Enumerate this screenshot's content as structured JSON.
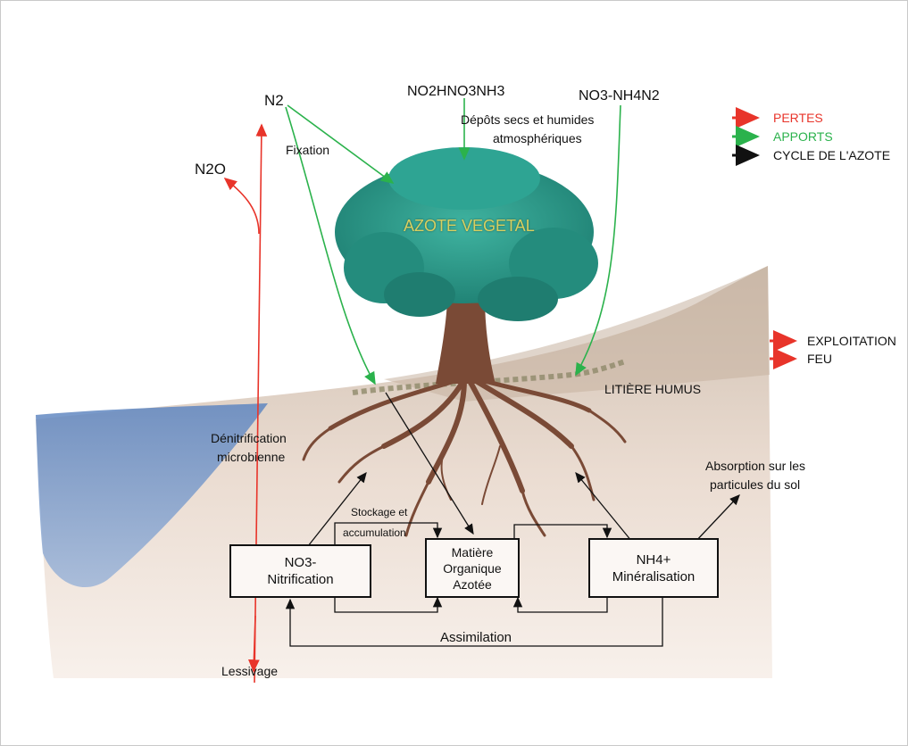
{
  "colors": {
    "pertes": "#e8342a",
    "apports": "#2bb24c",
    "cycle": "#111111",
    "foliage": "#2a9a8a",
    "trunk": "#7a4a36",
    "water": "#6a8fc4"
  },
  "labels": {
    "n2": "N2",
    "n2o": "N2O",
    "fixation": "Fixation",
    "depots_species": "NO2HNO3NH3",
    "depots_text_1": "Dépôts secs et humides",
    "depots_text_2": "atmosphériques",
    "no3_nh4_n2": "NO3-NH4N2",
    "azote_vegetal": "AZOTE VEGETAL",
    "litiere_humus": "LITIÈRE HUMUS",
    "denitrification_1": "Dénitrification",
    "denitrification_2": "microbienne",
    "absorption_1": "Absorption sur les",
    "absorption_2": "particules du sol",
    "stockage_1": "Stockage et",
    "stockage_2": "accumulation",
    "assimilation": "Assimilation",
    "lessivage": "Lessivage"
  },
  "boxes": {
    "nitrification_1": "NO3-",
    "nitrification_2": "Nitrification",
    "matiere_1": "Matière",
    "matiere_2": "Organique",
    "matiere_3": "Azotée",
    "mineralisation_1": "NH4+",
    "mineralisation_2": "Minéralisation"
  },
  "legend": {
    "pertes": "PERTES",
    "apports": "APPORTS",
    "cycle": "CYCLE DE L'AZOTE",
    "exploitation": "EXPLOITATION",
    "feu": "FEU"
  }
}
